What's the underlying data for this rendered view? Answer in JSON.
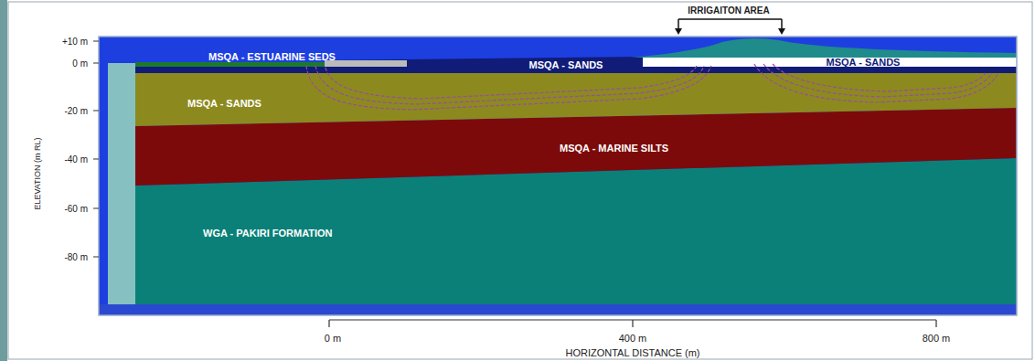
{
  "diagram": {
    "labels": [
      "IRRIGAITON AREA",
      "+10 m",
      "0 m",
      "-20 m",
      "-40 m",
      "-60 m",
      "-80 m",
      "ELEVATION (m RL)",
      "MSQA - ESTUARINE SEDS",
      "MSQA - SANDS",
      "MSQA - SANDS",
      "MSQA - SANDS",
      "MSQA - MARINE SILTS",
      "WGA - PAKIRI FORMATION",
      "0 m",
      "400 m",
      "800 m",
      "HORIZONTAL DISTANCE (m)"
    ]
  }
}
